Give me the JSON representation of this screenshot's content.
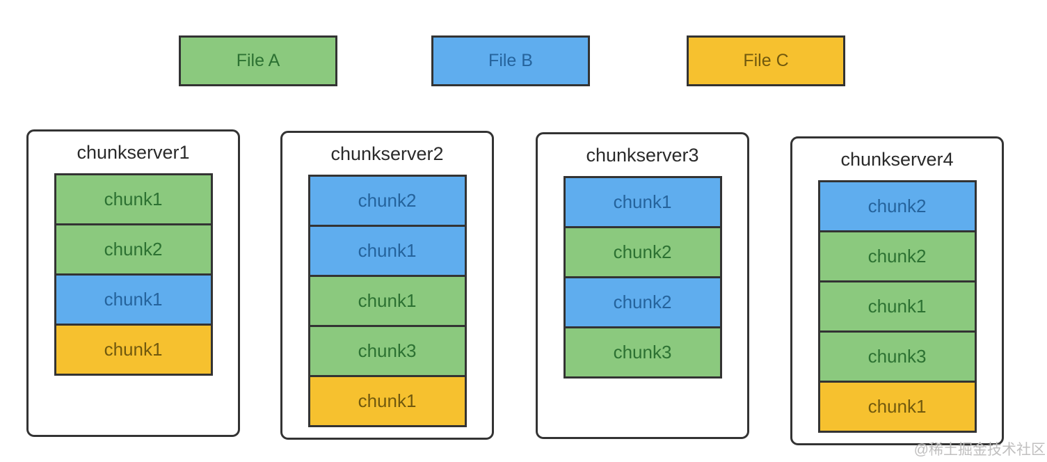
{
  "colors": {
    "border": "#333333",
    "title_text": "#2a2a2a",
    "watermark_text": "#c0bfbf",
    "background": "#ffffff"
  },
  "files": {
    "A": {
      "name": "File A",
      "fill": "#8bc97e",
      "text": "#2c7132"
    },
    "B": {
      "name": "File B",
      "fill": "#5fadee",
      "text": "#25639c"
    },
    "C": {
      "name": "File C",
      "fill": "#f6c12f",
      "text": "#71590e"
    }
  },
  "legend": [
    {
      "label": "File A",
      "file": "A"
    },
    {
      "label": "File B",
      "file": "B"
    },
    {
      "label": "File C",
      "file": "C"
    }
  ],
  "servers": [
    {
      "title": "chunkserver1",
      "chunks": [
        {
          "label": "chunk1",
          "file": "A"
        },
        {
          "label": "chunk2",
          "file": "A"
        },
        {
          "label": "chunk1",
          "file": "B"
        },
        {
          "label": "chunk1",
          "file": "C"
        }
      ]
    },
    {
      "title": "chunkserver2",
      "chunks": [
        {
          "label": "chunk2",
          "file": "B"
        },
        {
          "label": "chunk1",
          "file": "B"
        },
        {
          "label": "chunk1",
          "file": "A"
        },
        {
          "label": "chunk3",
          "file": "A"
        },
        {
          "label": "chunk1",
          "file": "C"
        }
      ]
    },
    {
      "title": "chunkserver3",
      "chunks": [
        {
          "label": "chunk1",
          "file": "B"
        },
        {
          "label": "chunk2",
          "file": "A"
        },
        {
          "label": "chunk2",
          "file": "B"
        },
        {
          "label": "chunk3",
          "file": "A"
        }
      ]
    },
    {
      "title": "chunkserver4",
      "chunks": [
        {
          "label": "chunk2",
          "file": "B"
        },
        {
          "label": "chunk2",
          "file": "A"
        },
        {
          "label": "chunk1",
          "file": "A"
        },
        {
          "label": "chunk3",
          "file": "A"
        },
        {
          "label": "chunk1",
          "file": "C"
        }
      ]
    }
  ],
  "watermark": "@稀土掘金技术社区"
}
